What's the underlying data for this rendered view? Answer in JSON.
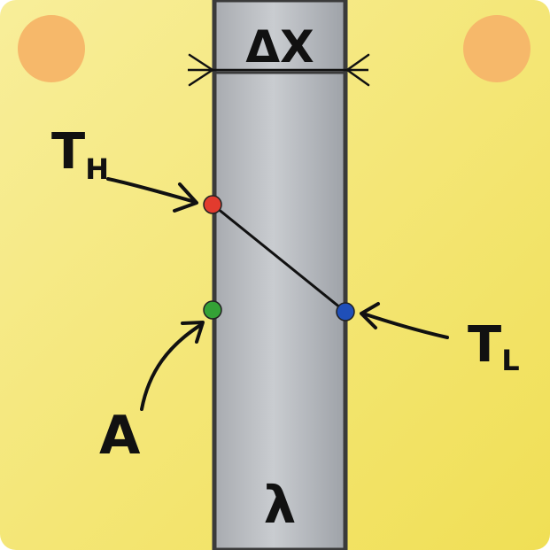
{
  "diagram": {
    "thickness_label": "ΔX",
    "hot_temp_label": {
      "main": "T",
      "sub": "H"
    },
    "cold_temp_label": {
      "main": "T",
      "sub": "L"
    },
    "area_label": "A",
    "conductivity_label": "λ"
  },
  "colors": {
    "background_light": "#f7ea8a",
    "background_dark": "#f0e15a",
    "wall_gray": "#b9bcc1",
    "wall_border": "#3a3a3a",
    "corner_dot": "#f6b86a",
    "hot_point": "#e23b2e",
    "cold_point": "#1f4fb8",
    "area_point": "#34a236"
  }
}
